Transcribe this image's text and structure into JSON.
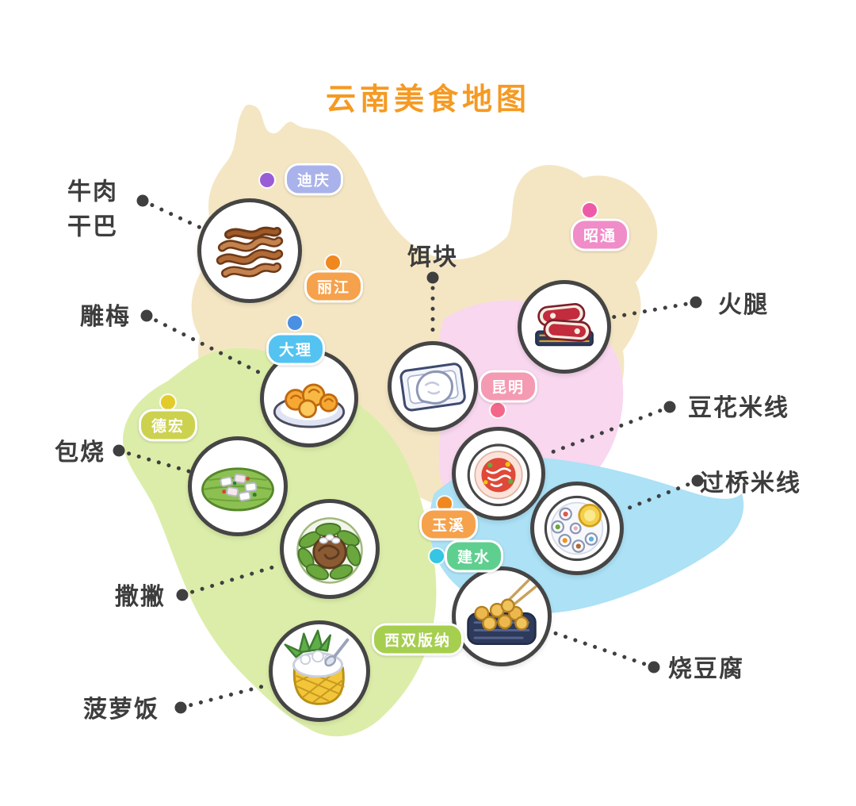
{
  "title": "云南美食地图",
  "colors": {
    "title": "#F59A23",
    "label_text": "#3D3D3D",
    "leader_line": "#3F3F3F",
    "region_north_beige": "#F4E6C3",
    "region_center_pink": "#F8D7EF",
    "region_west_green": "#DCEDA9",
    "region_southeast_cyan": "#ACE1F6"
  },
  "cities": [
    {
      "id": "diqing",
      "label": "迪庆",
      "pill_color": "#A9B2EA",
      "dot_color": "#9A5BD6"
    },
    {
      "id": "lijiang",
      "label": "丽江",
      "pill_color": "#F6A14B",
      "dot_color": "#F0881F"
    },
    {
      "id": "dali",
      "label": "大理",
      "pill_color": "#54C3F1",
      "dot_color": "#4A90E2"
    },
    {
      "id": "zhaotong",
      "label": "昭通",
      "pill_color": "#F08CC8",
      "dot_color": "#EF5AA8"
    },
    {
      "id": "kunming",
      "label": "昆明",
      "pill_color": "#F49AB2",
      "dot_color": "#F3688A"
    },
    {
      "id": "dehong",
      "label": "德宏",
      "pill_color": "#CCD24E",
      "dot_color": "#E3CB2A"
    },
    {
      "id": "yuxi",
      "label": "玉溪",
      "pill_color": "#F6A14B",
      "dot_color": "#F0881F"
    },
    {
      "id": "jianshui",
      "label": "建水",
      "pill_color": "#5FCF8F",
      "dot_color": "#35C5E5"
    },
    {
      "id": "xishuangbanna",
      "label": "西双版纳",
      "pill_color": "#A6CF4F"
    }
  ],
  "foods": [
    {
      "id": "beef-jerky",
      "label": "牛肉干巴",
      "line1": "牛肉",
      "line2": "干巴"
    },
    {
      "id": "carved-plum",
      "label": "雕梅"
    },
    {
      "id": "erkuai",
      "label": "饵块"
    },
    {
      "id": "ham",
      "label": "火腿"
    },
    {
      "id": "douhua-rice-noodles",
      "label": "豆花米线"
    },
    {
      "id": "crossing-bridge-rice-noodles",
      "label": "过桥米线"
    },
    {
      "id": "baoshao",
      "label": "包烧"
    },
    {
      "id": "sapie",
      "label": "撒撇"
    },
    {
      "id": "grilled-tofu",
      "label": "烧豆腐"
    },
    {
      "id": "pineapple-rice",
      "label": "菠萝饭"
    }
  ]
}
